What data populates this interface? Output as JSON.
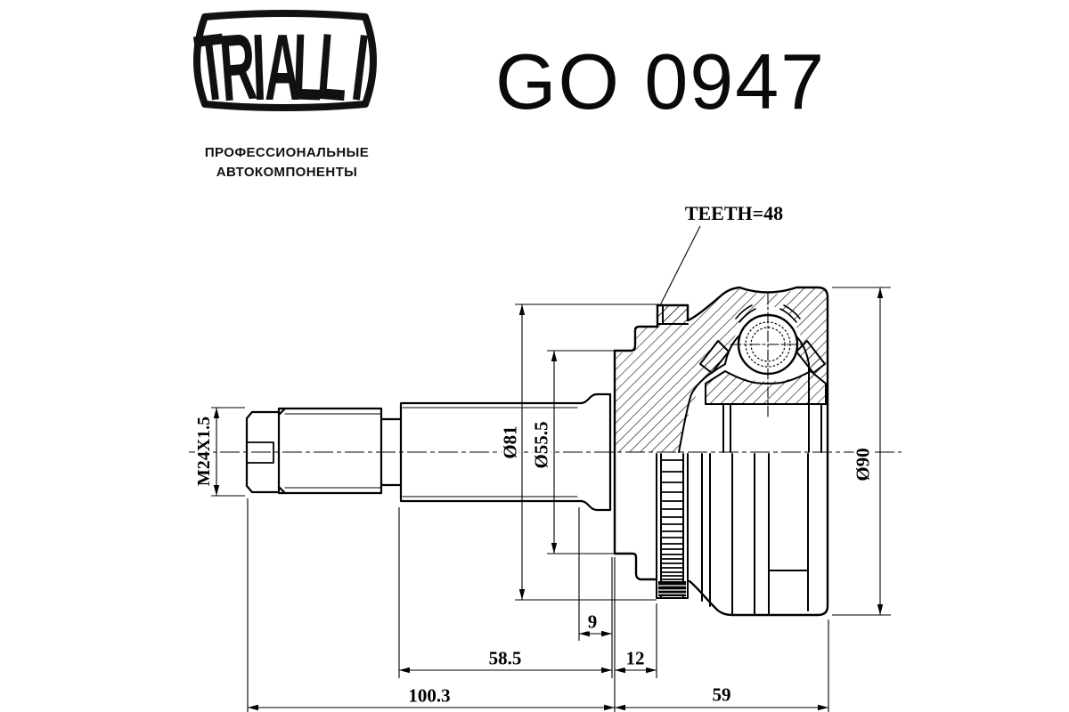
{
  "page": {
    "background": "#ffffff",
    "line_color": "#000000"
  },
  "brand": {
    "logo_letters": [
      "T",
      "R",
      "I",
      "A",
      "L",
      "L",
      "I"
    ],
    "tagline_line1": "ПРОФЕССИОНАЛЬНЫЕ",
    "tagline_line2": "АВТОКОМПОНЕНТЫ"
  },
  "header": {
    "part_number": "GO 0947"
  },
  "drawing": {
    "callouts": {
      "teeth": "TEETH=48"
    },
    "dimensions": {
      "thread": "M24X1.5",
      "abs_ring_diameter": "Ø81",
      "boot_seat_diameter": "Ø55.5",
      "body_diameter": "Ø90",
      "flange_width": "9",
      "shaft_length": "58.5",
      "abs_ring_offset": "12",
      "overall_length": "100.3",
      "body_length": "59"
    }
  }
}
